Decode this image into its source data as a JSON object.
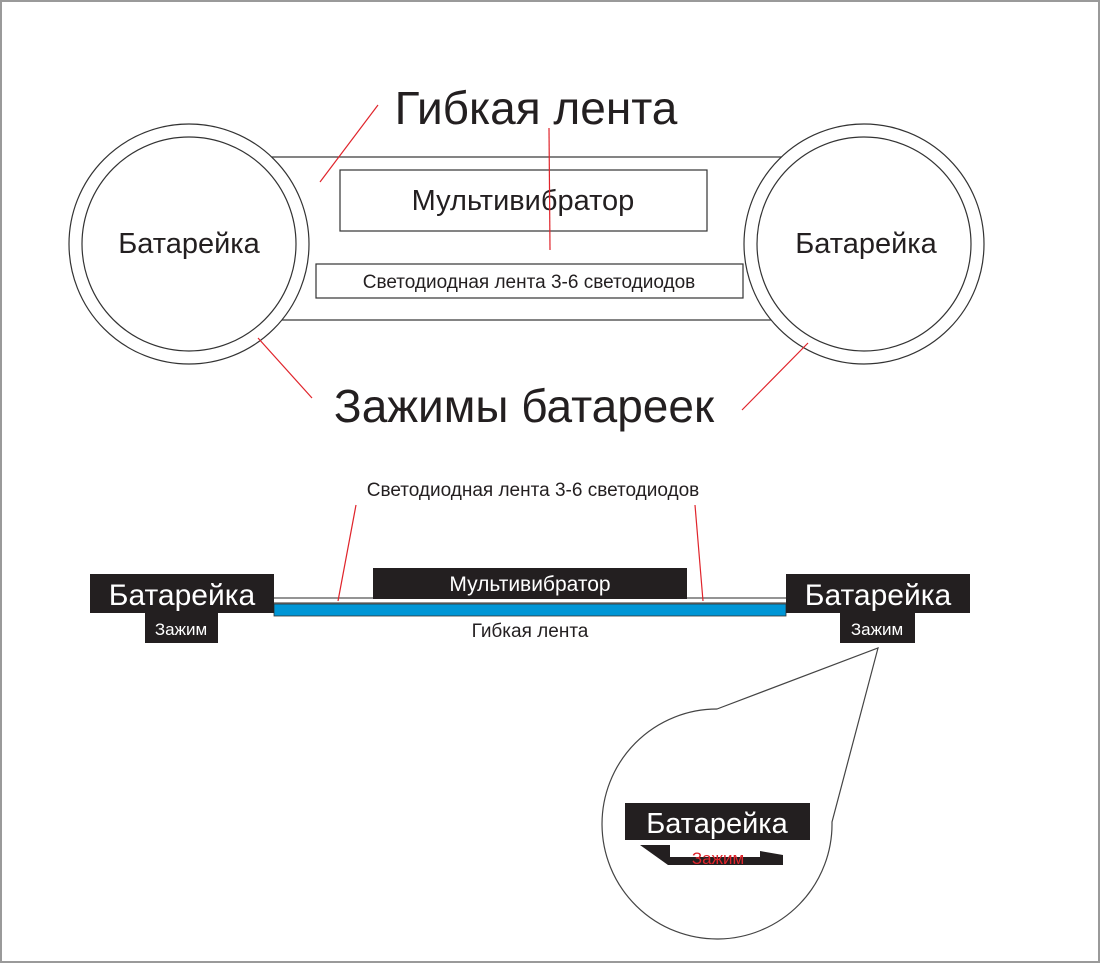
{
  "top_view": {
    "flex_tape_label": "Гибкая лента",
    "multivibrator_label": "Мультивибратор",
    "led_strip_label": "Светодиодная лента 3-6 светодиодов",
    "battery_left_label": "Батарейка",
    "battery_right_label": "Батарейка",
    "clips_label": "Зажимы батареек"
  },
  "side_view": {
    "led_strip_label": "Светодиодная лента 3-6 светодиодов",
    "multivibrator_label": "Мультивибратор",
    "battery_left_label": "Батарейка",
    "clip_left_label": "Зажим",
    "battery_right_label": "Батарейка",
    "clip_right_label": "Зажим",
    "flex_tape_label": "Гибкая лента"
  },
  "detail_view": {
    "battery_label": "Батарейка",
    "clip_label": "Зажим"
  },
  "colors": {
    "leader": "#e0242b",
    "tape": "#0096d6",
    "block": "#231f20",
    "clip_text": "#e0242b"
  }
}
